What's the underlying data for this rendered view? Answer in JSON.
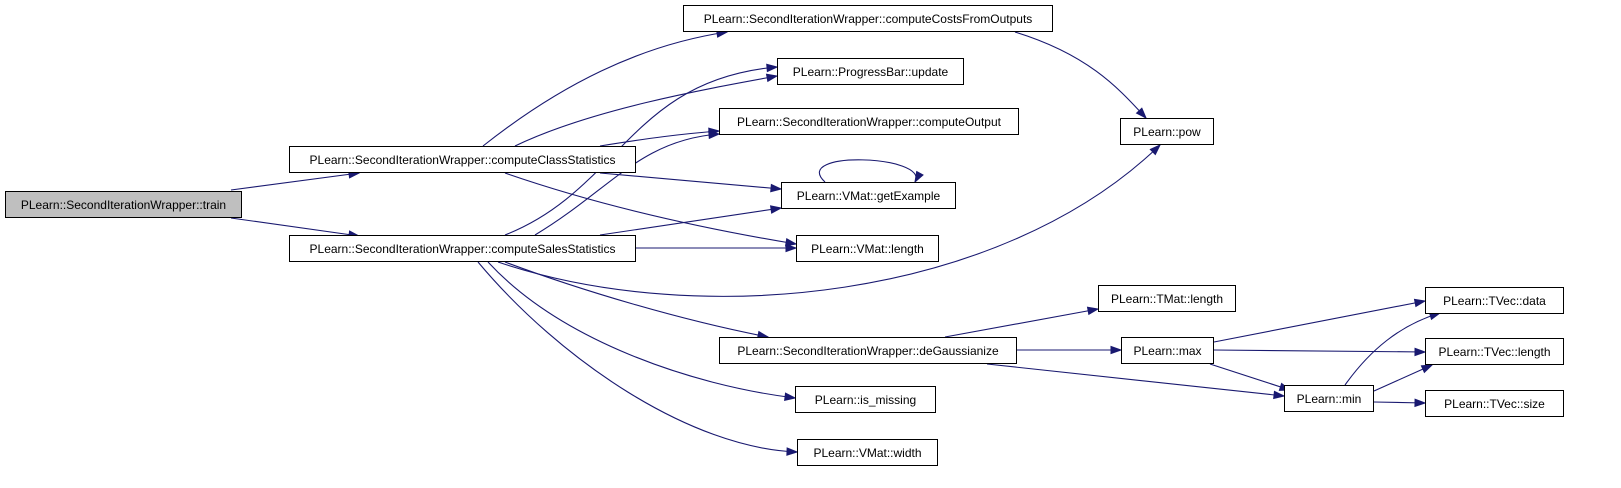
{
  "nodes": {
    "train": {
      "label": "PLearn::SecondIterationWrapper::train"
    },
    "computeClassStatistics": {
      "label": "PLearn::SecondIterationWrapper::computeClassStatistics"
    },
    "computeSalesStatistics": {
      "label": "PLearn::SecondIterationWrapper::computeSalesStatistics"
    },
    "computeCostsFromOutputs": {
      "label": "PLearn::SecondIterationWrapper::computeCostsFromOutputs"
    },
    "progressBarUpdate": {
      "label": "PLearn::ProgressBar::update"
    },
    "computeOutput": {
      "label": "PLearn::SecondIterationWrapper::computeOutput"
    },
    "getExample": {
      "label": "PLearn::VMat::getExample"
    },
    "vmatLength": {
      "label": "PLearn::VMat::length"
    },
    "deGaussianize": {
      "label": "PLearn::SecondIterationWrapper::deGaussianize"
    },
    "isMissing": {
      "label": "PLearn::is_missing"
    },
    "vmatWidth": {
      "label": "PLearn::VMat::width"
    },
    "pow": {
      "label": "PLearn::pow"
    },
    "tmatLength": {
      "label": "PLearn::TMat::length"
    },
    "max": {
      "label": "PLearn::max"
    },
    "min": {
      "label": "PLearn::min"
    },
    "tvecData": {
      "label": "PLearn::TVec::data"
    },
    "tvecLength": {
      "label": "PLearn::TVec::length"
    },
    "tvecSize": {
      "label": "PLearn::TVec::size"
    }
  },
  "edges": [
    [
      "train",
      "computeClassStatistics"
    ],
    [
      "train",
      "computeSalesStatistics"
    ],
    [
      "computeClassStatistics",
      "computeCostsFromOutputs"
    ],
    [
      "computeClassStatistics",
      "progressBarUpdate"
    ],
    [
      "computeClassStatistics",
      "computeOutput"
    ],
    [
      "computeClassStatistics",
      "getExample"
    ],
    [
      "computeClassStatistics",
      "vmatLength"
    ],
    [
      "computeSalesStatistics",
      "progressBarUpdate"
    ],
    [
      "computeSalesStatistics",
      "computeOutput"
    ],
    [
      "computeSalesStatistics",
      "getExample"
    ],
    [
      "computeSalesStatistics",
      "vmatLength"
    ],
    [
      "computeSalesStatistics",
      "pow"
    ],
    [
      "computeSalesStatistics",
      "deGaussianize"
    ],
    [
      "computeSalesStatistics",
      "isMissing"
    ],
    [
      "computeSalesStatistics",
      "vmatWidth"
    ],
    [
      "computeCostsFromOutputs",
      "pow"
    ],
    [
      "getExample",
      "getExample"
    ],
    [
      "deGaussianize",
      "tmatLength"
    ],
    [
      "deGaussianize",
      "max"
    ],
    [
      "deGaussianize",
      "min"
    ],
    [
      "max",
      "tvecData"
    ],
    [
      "max",
      "tvecLength"
    ],
    [
      "max",
      "min"
    ],
    [
      "min",
      "tvecData"
    ],
    [
      "min",
      "tvecLength"
    ],
    [
      "min",
      "tvecSize"
    ]
  ],
  "colors": {
    "edge": "#191970",
    "root_fill": "#bfbfbf",
    "node_fill": "#ffffff",
    "border": "#000000"
  }
}
